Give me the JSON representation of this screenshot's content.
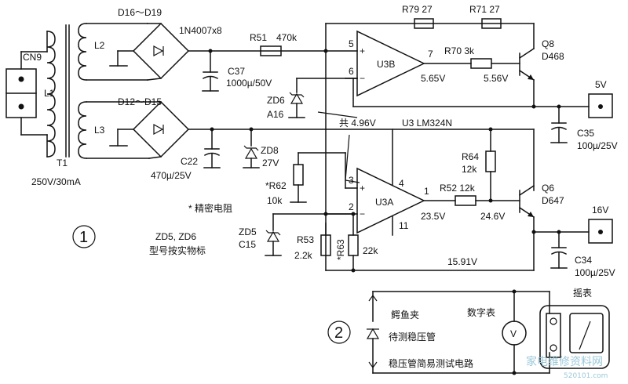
{
  "circuit1": {
    "number": "1",
    "connector": "CN9",
    "inductor_l1": "L1",
    "transformer": "T1",
    "transformer_rating": "250V/30mA",
    "coil_l2": "L2",
    "coil_l3": "L3",
    "bridge_top": "D16～D19",
    "bridge_top_type": "1N4007x8",
    "bridge_bottom": "D12～D15",
    "r51": "R51",
    "r51_val": "470k",
    "c37": "C37",
    "c37_val": "1000µ/50V",
    "zd6": "ZD6",
    "zd6_val": "A16",
    "c22": "C22",
    "c22_val": "470µ/25V",
    "zd8": "ZD8",
    "zd8_val": "27V",
    "r62": "*R62",
    "r62_val": "10k",
    "precision_note": "* 精密电阻",
    "zd_note_1": "ZD5, ZD6",
    "zd_note_2": "型号按实物标",
    "zd5": "ZD5",
    "zd5_val": "C15",
    "r53": "R53",
    "r53_val": "2.2k",
    "r63": "*R63",
    "r63_val": "22k",
    "common_v": "共 4.96V",
    "u3": "U3  LM324N",
    "u3b": "U3B",
    "u3a": "U3A",
    "pin5": "5",
    "pin6": "6",
    "pin7": "7",
    "pin3": "3",
    "pin2": "2",
    "pin4": "4",
    "pin1": "1",
    "pin11": "11",
    "v_pin7": "5.65V",
    "v_q8b": "5.56V",
    "v_pin1": "23.5V",
    "v_q6b": "24.6V",
    "v_rail": "15.91V",
    "r79": "R79  27",
    "r71": "R71  27",
    "r70": "R70  3k",
    "q8": "Q8",
    "q8_type": "D468",
    "out_5v": "5V",
    "c35": "C35",
    "c35_val": "100µ/25V",
    "r64": "R64",
    "r64_val": "12k",
    "r52": "R52  12k",
    "q6": "Q6",
    "q6_type": "D647",
    "out_16v": "16V",
    "c34": "C34",
    "c34_val": "100µ/25V"
  },
  "circuit2": {
    "number": "2",
    "clip": "鳄鱼夹",
    "diode_label": "待测稳压管",
    "meter_label": "数字表",
    "meter_symbol": "V",
    "analog_meter": "摇表",
    "caption": "稳压管简易测试电路"
  },
  "watermark": {
    "text": "家电维修资料网",
    "url": "520101.com"
  },
  "colors": {
    "ink": "#111111",
    "watermark": "#9cc8d8"
  }
}
